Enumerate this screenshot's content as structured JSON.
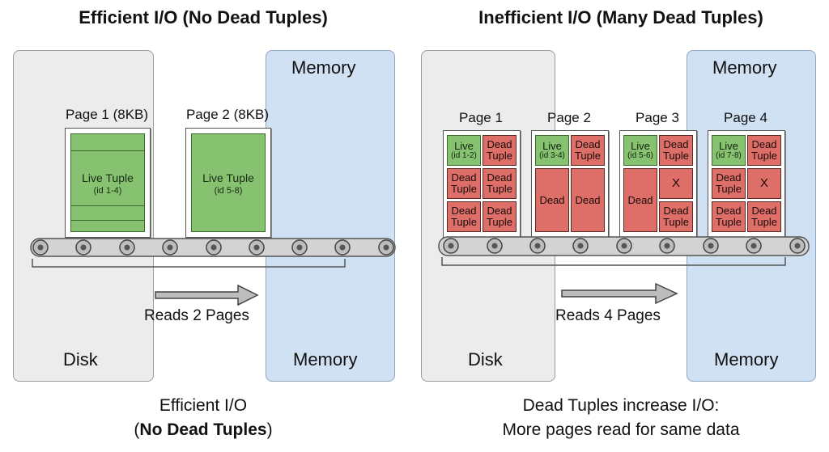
{
  "left_panel": {
    "title": "Efficient I/O (No Dead Tuples)",
    "memory_top_label": "Memory",
    "disk_label": "Disk",
    "memory_bottom_label": "Memory",
    "pages": [
      {
        "caption": "Page 1 (8KB)",
        "tuple_label": "Live Tuple",
        "tuple_ids": "(id 1-4)"
      },
      {
        "caption": "Page 2 (8KB)",
        "tuple_label": "Live Tuple",
        "tuple_ids": "(id 5-8)"
      }
    ],
    "arrow_label": "Reads 2 Pages",
    "caption_line1": "Efficient I/O",
    "caption_line2_open": "(",
    "caption_line2_bold": "No Dead Tuples",
    "caption_line2_close": ")"
  },
  "right_panel": {
    "title": "Inefficient I/O (Many Dead Tuples)",
    "memory_top_label": "Memory",
    "disk_label": "Disk",
    "memory_bottom_label": "Memory",
    "pages": [
      {
        "caption": "Page 1",
        "cells": [
          {
            "kind": "live",
            "main": "Live",
            "sub": "(id 1-2)"
          },
          {
            "kind": "dead",
            "main": "Dead Tuple"
          },
          {
            "kind": "dead",
            "main": "Dead Tuple"
          },
          {
            "kind": "dead",
            "main": "Dead Tuple"
          },
          {
            "kind": "dead",
            "main": "Dead Tuple"
          },
          {
            "kind": "dead",
            "main": "Dead Tuple"
          }
        ]
      },
      {
        "caption": "Page 2",
        "cells": [
          {
            "kind": "live",
            "main": "Live",
            "sub": "(id 3-4)"
          },
          {
            "kind": "dead",
            "main": "Dead Tuple"
          },
          {
            "kind": "dead",
            "main": "Dead"
          },
          {
            "kind": "dead",
            "main": "Dead"
          }
        ]
      },
      {
        "caption": "Page 3",
        "cells": [
          {
            "kind": "live",
            "main": "Live",
            "sub": "(id 5-6)"
          },
          {
            "kind": "dead",
            "main": "Dead Tuple"
          },
          {
            "kind": "dead",
            "main": "Dead"
          },
          {
            "kind": "dead",
            "main": "X"
          },
          {
            "kind": "dead",
            "main": "Dead Tuple"
          }
        ]
      },
      {
        "caption": "Page 4",
        "cells": [
          {
            "kind": "live",
            "main": "Live",
            "sub": "(id 7-8)"
          },
          {
            "kind": "dead",
            "main": "Dead Tuple"
          },
          {
            "kind": "dead",
            "main": "Dead Tuple"
          },
          {
            "kind": "dead",
            "main": "X"
          },
          {
            "kind": "dead",
            "main": "Dead Tuple"
          },
          {
            "kind": "dead",
            "main": "Dead Tuple"
          }
        ]
      }
    ],
    "arrow_label": "Reads 4 Pages",
    "caption_line1": "Dead Tuples increase I/O:",
    "caption_line2": "More pages read for same data"
  },
  "colors": {
    "live": "#86c270",
    "dead": "#de6e68",
    "disk_zone": "#ececec",
    "memory_zone": "#cfe1f2"
  },
  "icons": [
    "roller-icon",
    "arrow-right-icon",
    "x-mark-icon"
  ]
}
